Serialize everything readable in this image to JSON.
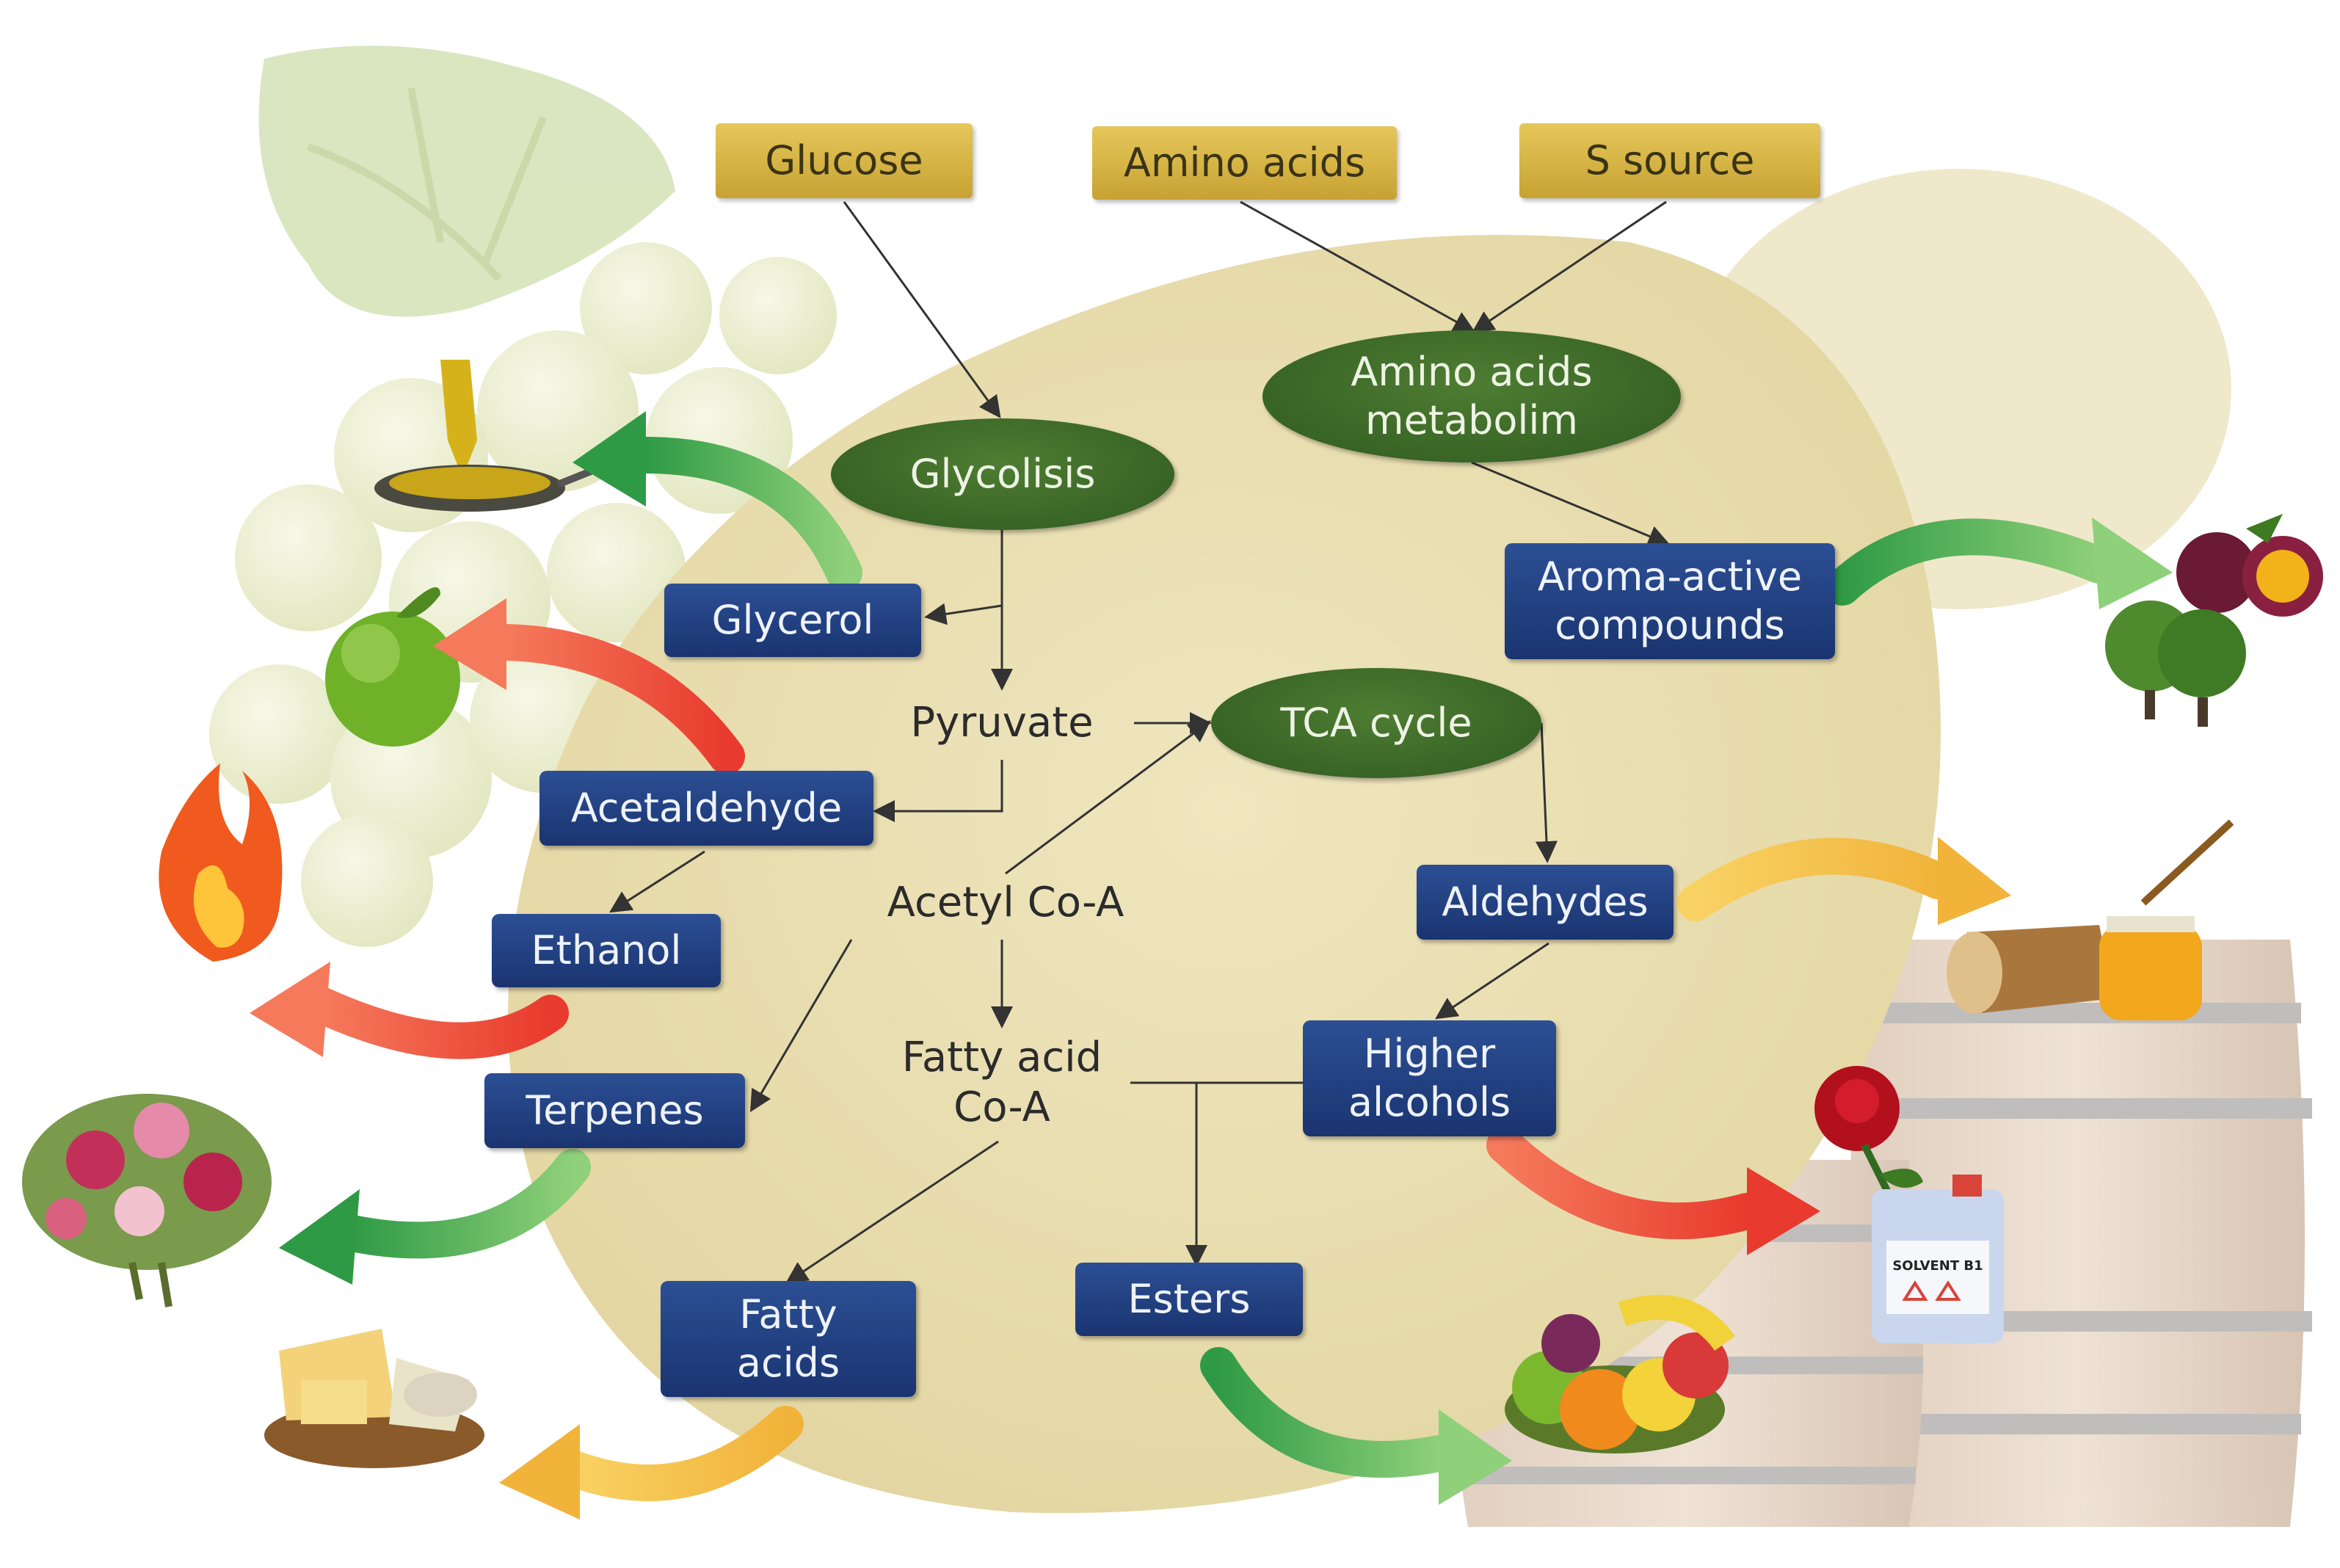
{
  "sources": {
    "glucose": "Glucose",
    "amino_acids": "Amino acids",
    "s_source": "S source"
  },
  "processes": {
    "glycolisis": "Glycolisis",
    "amino_metabolism": "Amino acids\nmetabolim",
    "tca_cycle": "TCA cycle"
  },
  "intermediates": {
    "pyruvate": "Pyruvate",
    "acetyl_coa": "Acetyl Co-A",
    "fatty_acid_coa": "Fatty acid\nCo-A"
  },
  "compounds": {
    "glycerol": "Glycerol",
    "acetaldehyde": "Acetaldehyde",
    "ethanol": "Ethanol",
    "terpenes": "Terpenes",
    "fatty_acids": "Fatty\nacids",
    "esters": "Esters",
    "higher_alcohols": "Higher\nalcohols",
    "aldehydes": "Aldehydes",
    "aroma_active": "Aroma-active\ncompounds"
  },
  "pictures": {
    "solvent_label": "SOLVENT B1",
    "items": [
      "grape-bunch",
      "oil-spoon",
      "green-apple",
      "flame",
      "flower-bouquet",
      "cheese-board",
      "passion-fruit",
      "trees",
      "wood-log",
      "honey-jar",
      "rose",
      "solvent-canister",
      "fruit-basket",
      "wine-barrel"
    ]
  },
  "colors": {
    "cell": "#e9deae",
    "source_box": "#d9b648",
    "process_ellipse": "#3d6b27",
    "compound_box": "#1f3d7f",
    "arrow_green": "#4caf50",
    "arrow_red": "#ef4b3a",
    "arrow_yellow": "#f7c23c"
  }
}
